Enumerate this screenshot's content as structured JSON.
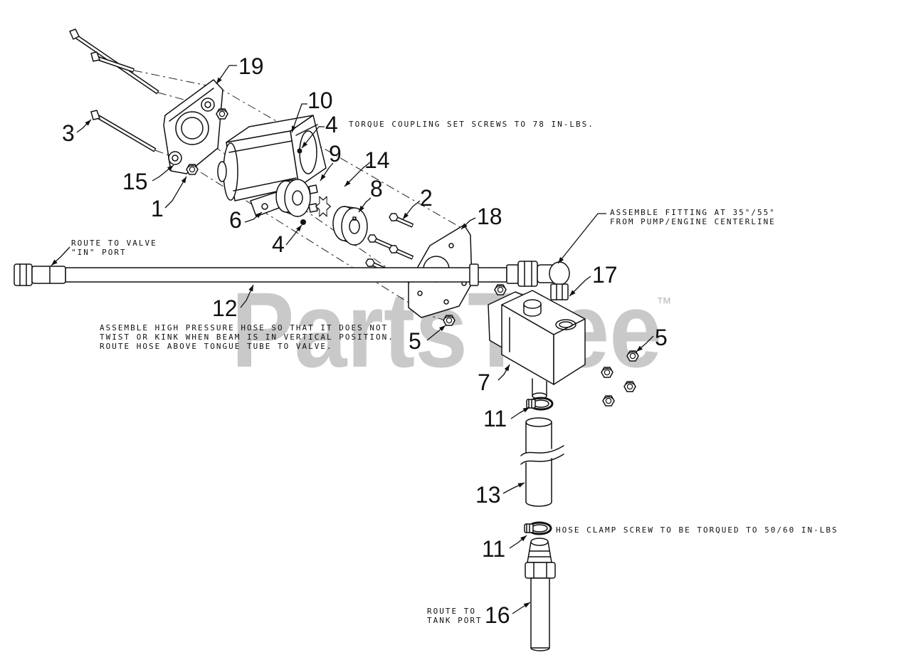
{
  "diagram": {
    "watermark": {
      "brand": "PartsTree",
      "trademark": "™"
    },
    "callouts": [
      "19",
      "10",
      "4",
      "3",
      "9",
      "14",
      "15",
      "8",
      "2",
      "1",
      "6",
      "18",
      "4",
      "17",
      "12",
      "5",
      "5",
      "7",
      "11",
      "13",
      "11",
      "16"
    ],
    "notes": {
      "torque_coupling": "TORQUE COUPLING SET SCREWS TO 78 IN-LBS.",
      "assemble_fitting": [
        "ASSEMBLE FITTING AT 35°/55°",
        "FROM PUMP/ENGINE CENTERLINE"
      ],
      "route_to_valve": [
        "ROUTE TO VALVE",
        "\"IN\" PORT"
      ],
      "high_pressure_hose": [
        "ASSEMBLE HIGH PRESSURE HOSE SO THAT IT DOES NOT",
        "TWIST OR KINK WHEN BEAM IS IN VERTICAL POSITION.",
        "ROUTE HOSE ABOVE TONGUE TUBE TO VALVE."
      ],
      "hose_clamp_torque": "HOSE CLAMP SCREW TO BE TORQUED TO 50/60 IN-LBS",
      "route_to_tank": [
        "ROUTE TO",
        "TANK PORT"
      ]
    },
    "colors": {
      "line": "#111111",
      "watermark": "#c9c9c9",
      "background": "#ffffff"
    }
  }
}
